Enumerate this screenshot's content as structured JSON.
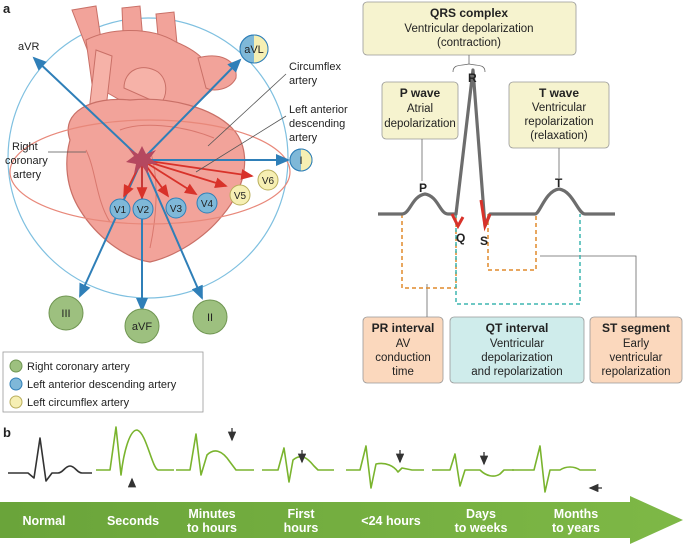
{
  "panel_a": {
    "label": "a",
    "leads": {
      "aVR": "aVR",
      "aVL": "aVL",
      "I": "I",
      "II": "II",
      "III": "III",
      "aVF": "aVF",
      "V1": "V1",
      "V2": "V2",
      "V3": "V3",
      "V4": "V4",
      "V5": "V5",
      "V6": "V6"
    },
    "anatomy": {
      "right_coronary": [
        "Right",
        "coronary",
        "artery"
      ],
      "circumflex": [
        "Circumflex",
        "artery"
      ],
      "lad": [
        "Left anterior",
        "descending",
        "artery"
      ]
    },
    "legend": [
      {
        "label": "Right coronary artery",
        "color": "#9dc07f"
      },
      {
        "label": "Left anterior descending artery",
        "color": "#7fb8d8"
      },
      {
        "label": "Left circumflex artery",
        "color": "#f6efb3"
      }
    ],
    "ecg": {
      "waves": {
        "P": "P",
        "Q": "Q",
        "R": "R",
        "S": "S",
        "T": "T"
      },
      "boxes": {
        "qrs": {
          "title": "QRS complex",
          "lines": [
            "Ventricular depolarization",
            "(contraction)"
          ]
        },
        "p_wave": {
          "title": "P wave",
          "lines": [
            "Atrial",
            "depolarization"
          ]
        },
        "t_wave": {
          "title": "T wave",
          "lines": [
            "Ventricular",
            "repolarization",
            "(relaxation)"
          ]
        },
        "pr": {
          "title": "PR interval",
          "lines": [
            "AV",
            "conduction",
            "time"
          ]
        },
        "qt": {
          "title": "QT interval",
          "lines": [
            "Ventricular",
            "depolarization",
            "and repolarization"
          ]
        },
        "st": {
          "title": "ST segment",
          "lines": [
            "Early",
            "ventricular",
            "repolarization"
          ]
        }
      }
    }
  },
  "panel_b": {
    "label": "b",
    "stages": [
      {
        "lines": [
          "Normal"
        ]
      },
      {
        "lines": [
          "Seconds"
        ]
      },
      {
        "lines": [
          "Minutes",
          "to hours"
        ]
      },
      {
        "lines": [
          "First",
          "hours"
        ]
      },
      {
        "lines": [
          "<24 hours"
        ]
      },
      {
        "lines": [
          "Days",
          "to weeks"
        ]
      },
      {
        "lines": [
          "Months",
          "to years"
        ]
      }
    ]
  },
  "colors": {
    "heart": "#f2a39a",
    "heart_dark": "#d9786e",
    "arrow_blue": "#2f7fb8",
    "arrow_red": "#d8322a",
    "ecg_grey": "#6d6d6d",
    "ecg_red": "#d8322a",
    "green": "#7ab42e",
    "pr_box": "#fbd8bd",
    "qt_box": "#cfeceb",
    "yellow_box": "#f6f3cf",
    "timeline": "#6fa83a"
  }
}
